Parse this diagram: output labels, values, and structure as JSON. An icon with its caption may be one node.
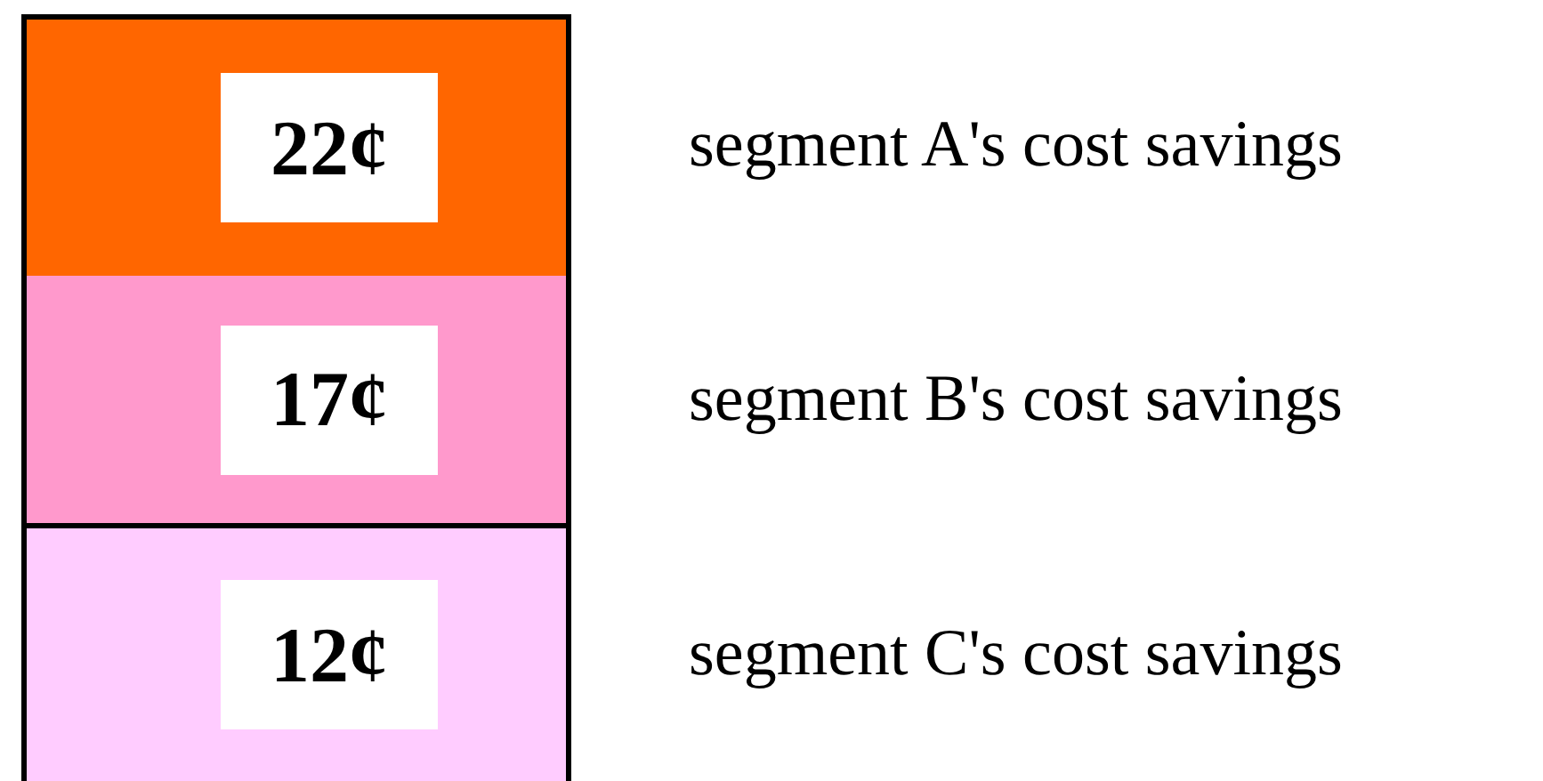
{
  "diagram": {
    "nodes": [
      {
        "text": [
          "22¢"
        ],
        "beside": [
          "segment A's cost savings"
        ]
      },
      {
        "text": [
          "17¢"
        ],
        "beside": [
          "segment B's cost savings"
        ]
      },
      {
        "text": [
          "12¢"
        ],
        "beside": [
          "segment C's cost savings"
        ]
      }
    ]
  }
}
